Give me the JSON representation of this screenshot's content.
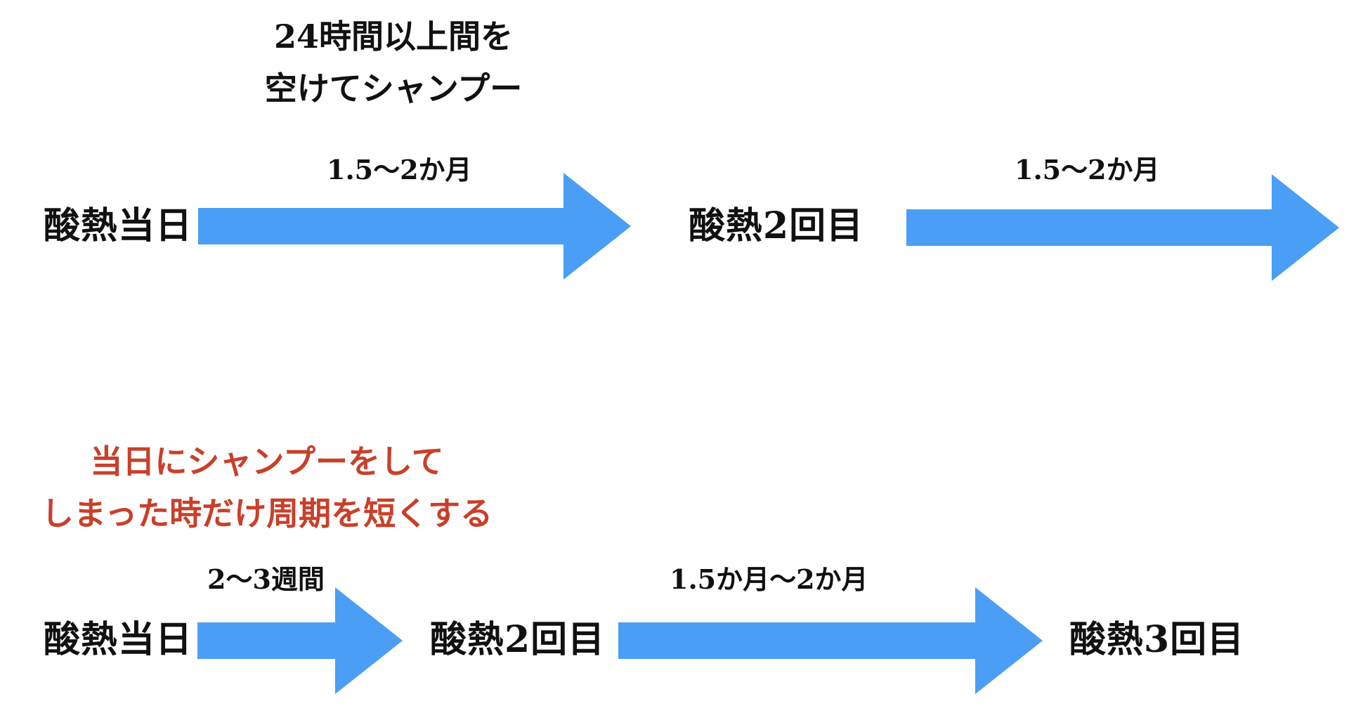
{
  "colors": {
    "arrow": "#4a9ef5",
    "text": "#111111",
    "accent": "#c8402a"
  },
  "top_row": {
    "note_lines": [
      "24時間以上間を",
      "空けてシャンプー"
    ],
    "node_start": "酸熱当日",
    "node_second": "酸熱2回目",
    "interval_first": "1.5〜2か月",
    "interval_second": "1.5〜2か月"
  },
  "bottom_row": {
    "note_lines": [
      "当日にシャンプーをして",
      "しまった時だけ周期を短くする"
    ],
    "node_start": "酸熱当日",
    "node_second": "酸熱2回目",
    "node_third": "酸熱3回目",
    "interval_first": "2〜3週間",
    "interval_second": "1.5か月〜2か月"
  }
}
